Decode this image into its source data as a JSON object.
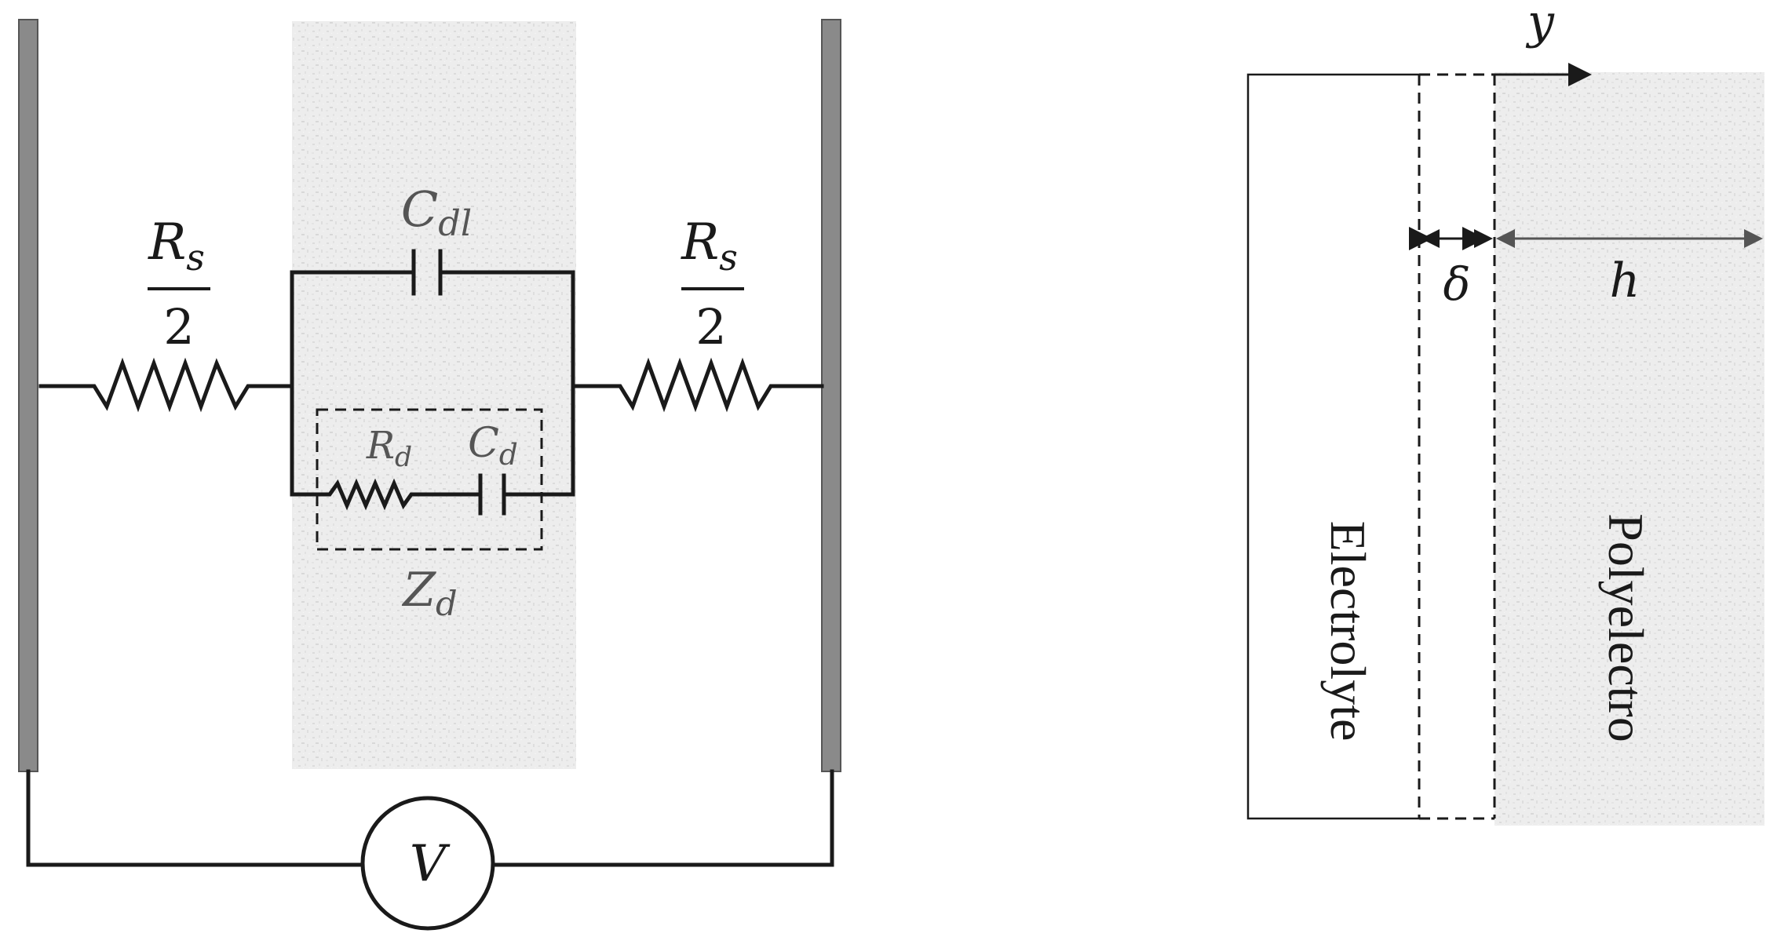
{
  "circuit": {
    "rs_left": {
      "numerator": "R",
      "subscript": "s",
      "denominator": "2"
    },
    "rs_right": {
      "numerator": "R",
      "subscript": "s",
      "denominator": "2"
    },
    "cdl": {
      "symbol": "C",
      "subscript": "dl"
    },
    "rd": {
      "symbol": "R",
      "subscript": "d"
    },
    "cd": {
      "symbol": "C",
      "subscript": "d"
    },
    "zd": {
      "symbol": "Z",
      "subscript": "d"
    },
    "voltmeter": {
      "symbol": "V"
    }
  },
  "interface": {
    "y_axis": "y",
    "delta": "δ",
    "h": "h",
    "left_region": "Electrolyte",
    "right_region": "Polyelectro"
  },
  "colors": {
    "wire": "#1a1a1a",
    "electrode": "#8a8a8a",
    "polyelectrolyte_fill": "#ececec"
  }
}
